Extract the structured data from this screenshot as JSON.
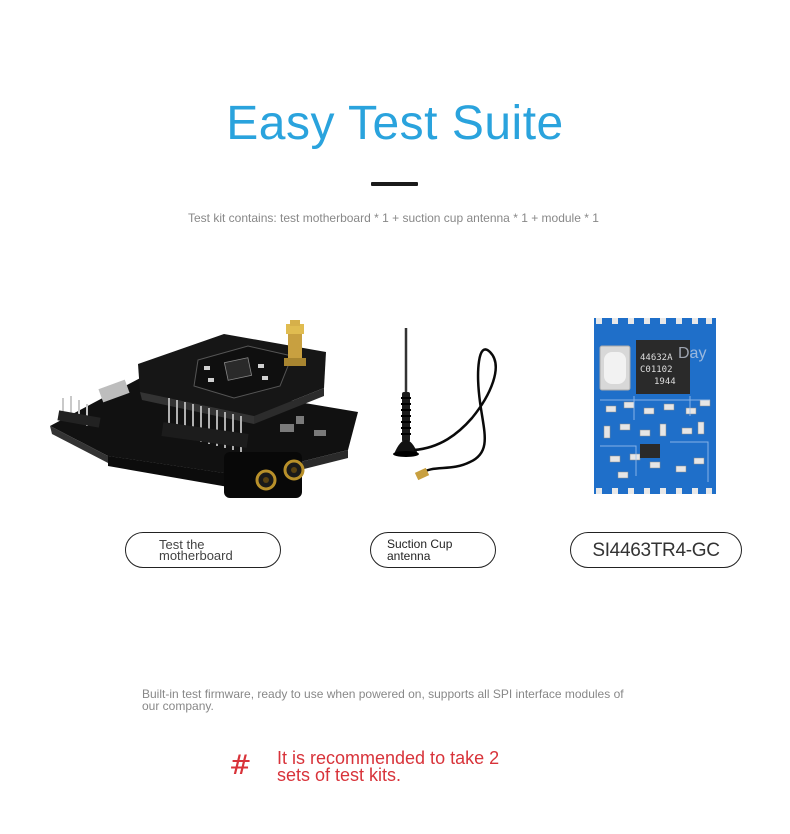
{
  "header": {
    "title": "Easy Test Suite",
    "kit_contents": "Test kit contains: test motherboard * 1 + suction cup antenna * 1 + module * 1"
  },
  "products": [
    {
      "label": "Test the motherboard",
      "icon": "motherboard-image"
    },
    {
      "label": "Suction Cup antenna",
      "icon": "antenna-image"
    },
    {
      "label": "SI4463TR4-GC",
      "icon": "module-image",
      "chip_text": [
        "44632A",
        "C01102",
        "1944"
      ],
      "watermark": "Day"
    }
  ],
  "firmware_note": "Built-in test firmware, ready to use when powered on, supports all SPI interface modules of our company.",
  "recommendation": {
    "symbol": "#",
    "text": "It is recommended to take 2 sets of test kits."
  },
  "colors": {
    "title": "#2aa3dd",
    "accent_red": "#d8333a",
    "pcb_blue": "#1f6fc9",
    "board_black": "#111111"
  }
}
